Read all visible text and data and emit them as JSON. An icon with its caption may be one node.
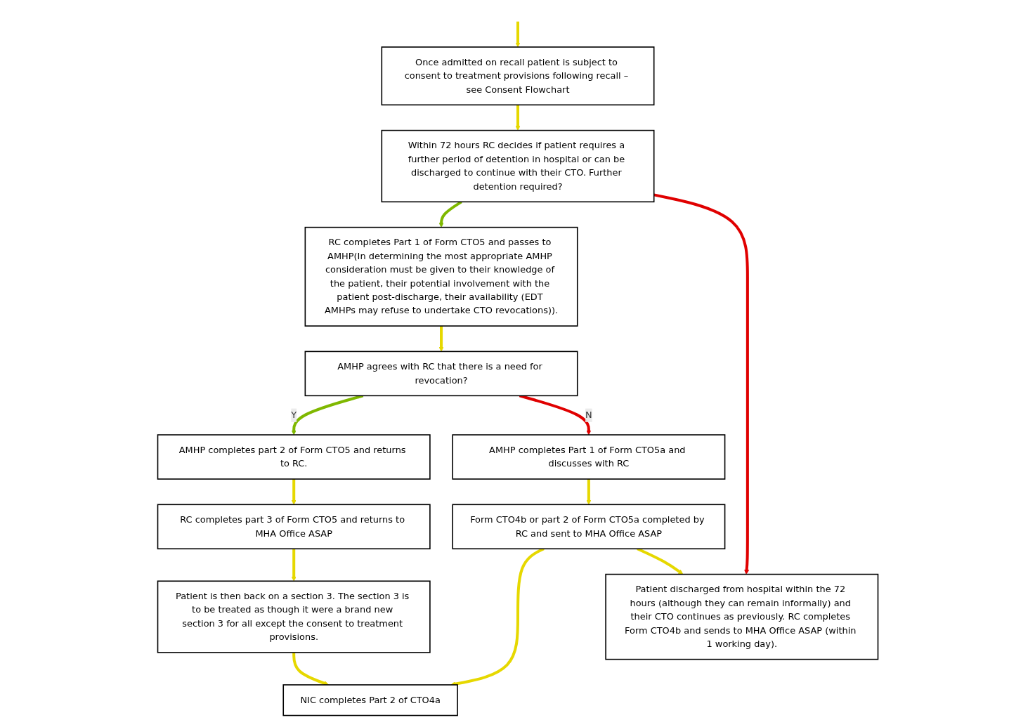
{
  "diagram": {
    "nodes": [
      {
        "text": [
          "Once admitted on recall patient is subject to consent to treatment provisions following recall – see Consent Flowchart"
        ]
      },
      {
        "text": [
          "Within 72 hours RC decides if patient requires a further period of detention in hospital or can be discharged to continue with their CTO. Further detention required?"
        ]
      },
      {
        "text": [
          "RC completes Part 1 of Form CTO5 and passes to AMHP(In determining the most appropriate AMHP consideration must be given to their knowledge of the patient, their potential involvement with the patient post-discharge, their availability (EDT AMHPs may refuse to undertake CTO revocations))."
        ]
      },
      {
        "text": [
          "Patient discharged from hospital within the 72 hours (although they can remain informally) and their CTO continues as previously. RC completes Form CTO4b and sends to MHA Office ASAP (within 1 working day)."
        ]
      },
      {
        "text": [
          "AMHP agrees with RC that there is a need for revocation?"
        ]
      },
      {
        "text": [
          "AMHP completes part 2 of Form CTO5 and returns to RC."
        ]
      },
      {
        "text": [
          "AMHP completes Part 1 of Form CTO5a and discusses with RC"
        ]
      },
      {
        "text": [
          "RC completes part 3 of Form CTO5 and returns to MHA Office ASAP"
        ]
      },
      {
        "text": [
          "Form CTO4b or part 2 of Form CTO5a completed by RC and sent to MHA Office ASAP"
        ]
      },
      {
        "text": [
          "Patient is then back on a section 3. The section 3 is to be treated as though it were a brand new section 3 for all except the consent to treatment provisions."
        ]
      },
      {
        "text": [
          "NIC completes Part 2 of CTO4a"
        ]
      }
    ],
    "edges": [
      {
        "from": null,
        "to": 0,
        "arrow": "to"
      },
      {
        "from": 0,
        "to": 1,
        "arrow": "to"
      },
      {
        "from": 1,
        "to": 2,
        "arrow": "to",
        "color": "#7fb800"
      },
      {
        "from": 1,
        "to": 3,
        "arrow": "to",
        "color": "#e00000"
      },
      {
        "from": 2,
        "to": 4,
        "arrow": "to"
      },
      {
        "from": 4,
        "to": 5,
        "arrow": "to",
        "label": "Y",
        "color": "#7fb800"
      },
      {
        "from": 4,
        "to": 6,
        "arrow": "to",
        "label": "N",
        "color": "#e00000"
      },
      {
        "from": 5,
        "to": 7,
        "arrow": "to"
      },
      {
        "from": 6,
        "to": 8,
        "arrow": "to"
      },
      {
        "from": 7,
        "to": 9,
        "arrow": "to"
      },
      {
        "from": 9,
        "to": 10,
        "arrow": "to"
      },
      {
        "from": 8,
        "to": 10,
        "arrow": "to"
      },
      {
        "from": 8,
        "to": 3,
        "arrow": "to"
      }
    ]
  }
}
